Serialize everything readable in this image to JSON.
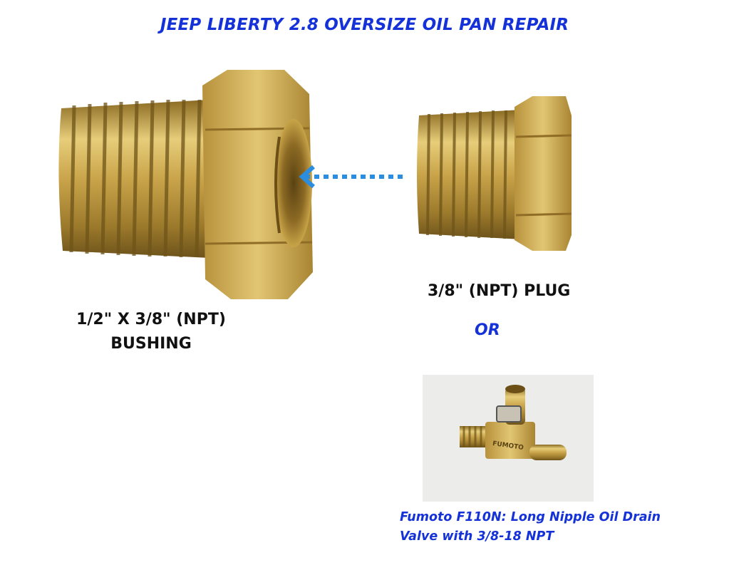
{
  "title": "JEEP LIBERTY 2.8 OVERSIZE OIL PAN REPAIR",
  "bushing_label": [
    "1/2\" X 3/8\" (NPT)",
    "BUSHING"
  ],
  "plug_label": "3/8\" (NPT) PLUG",
  "or_label": "OR",
  "valve_caption": [
    "Fumoto F110N: Long Nipple Oil Drain",
    "Valve with 3/8-18 NPT"
  ],
  "valve_photo_text": "FUMOTO",
  "colors": {
    "title": "#1432d8",
    "arrow": "#2a8de0",
    "brass": "#c9a44a",
    "text": "#111111"
  }
}
